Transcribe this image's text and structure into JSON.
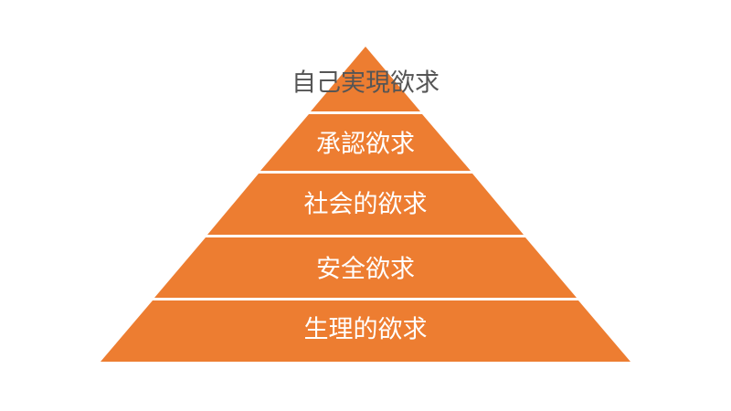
{
  "pyramid": {
    "fill_color": "#ed7d31",
    "divider_color": "#ffffff",
    "tiers": [
      {
        "label": "自己実現欲求"
      },
      {
        "label": "承認欲求"
      },
      {
        "label": "社会的欲求"
      },
      {
        "label": "安全欲求"
      },
      {
        "label": "生理的欲求"
      }
    ]
  }
}
